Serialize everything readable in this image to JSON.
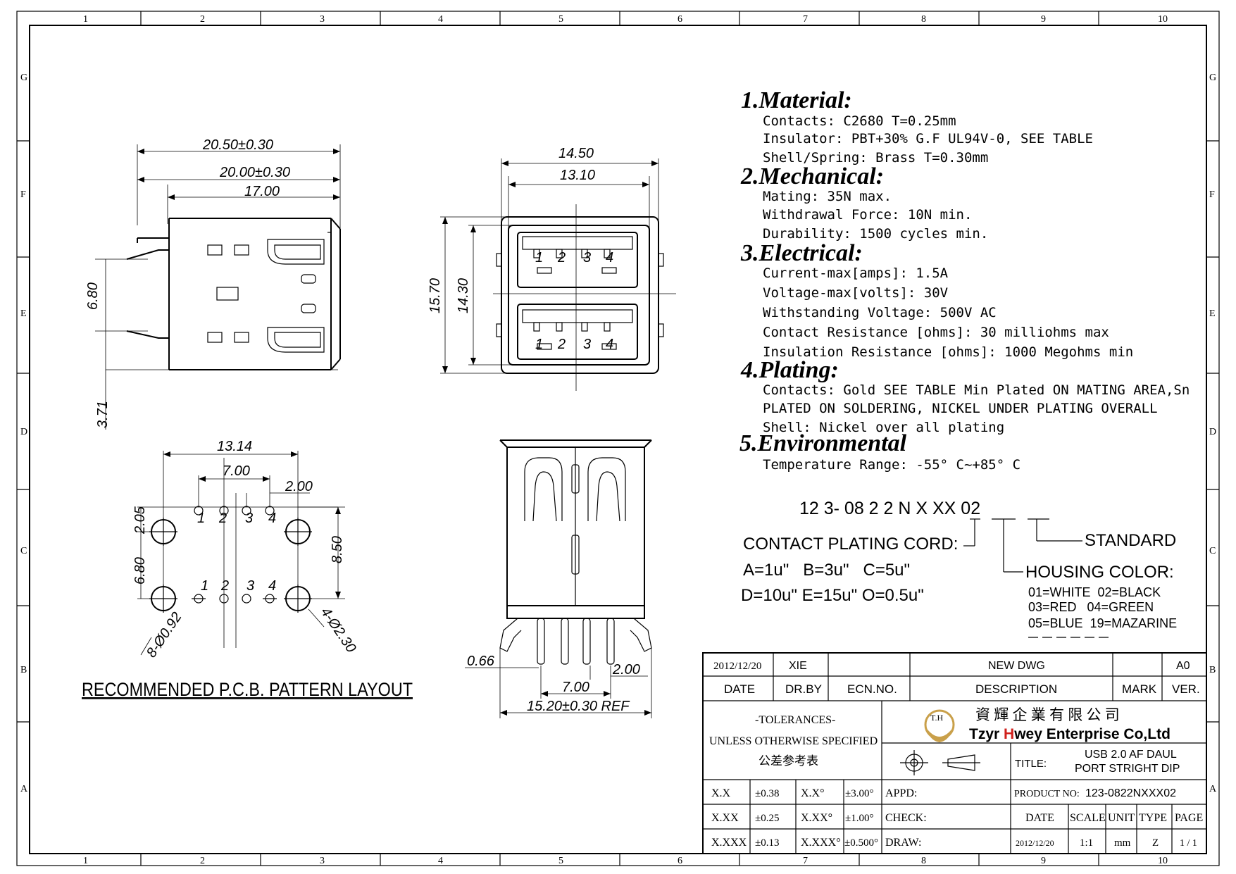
{
  "grid": {
    "cols": [
      "1",
      "2",
      "3",
      "4",
      "5",
      "6",
      "7",
      "8",
      "9",
      "10"
    ],
    "rows": [
      "G",
      "F",
      "E",
      "D",
      "C",
      "B",
      "A"
    ]
  },
  "dims": {
    "side_2050": "20.50±0.30",
    "side_2000": "20.00±0.30",
    "side_1700": "17.00",
    "side_680": "6.80",
    "side_371": "3.71",
    "front_1450": "14.50",
    "front_1310": "13.10",
    "front_1570": "15.70",
    "front_1430": "14.30",
    "pcb_1314": "13.14",
    "pcb_700": "7.00",
    "pcb_200": "2.00",
    "pcb_205": "2.05",
    "pcb_680": "6.80",
    "pcb_850": "8.50",
    "pcb_holes_small": "8-Ø0.92",
    "pcb_holes_large": "4-Ø2.30",
    "bot_066": "0.66",
    "bot_200": "2.00",
    "bot_700": "7.00",
    "bot_1520": "15.20±0.30 REF"
  },
  "pin_nums": [
    "1",
    "2",
    "3",
    "4"
  ],
  "pcb_caption": "RECOMMENDED P.C.B. PATTERN LAYOUT",
  "specs": {
    "material_head": "1.Material:",
    "material": [
      "Contacts: C2680 T=0.25mm",
      "Insulator: PBT+30% G.F UL94V-0, SEE TABLE",
      "Shell/Spring: Brass T=0.30mm"
    ],
    "mechanical_head": "2.Mechanical:",
    "mechanical": [
      "Mating: 35N max.",
      "Withdrawal Force: 10N min.",
      "Durability: 1500 cycles min."
    ],
    "electrical_head": "3.Electrical:",
    "electrical": [
      "Current-max[amps]: 1.5A",
      "Voltage-max[volts]: 30V",
      "Withstanding Voltage: 500V AC",
      "Contact Resistance [ohms]: 30 milliohms max",
      "Insulation Resistance [ohms]: 1000 Megohms min"
    ],
    "plating_head": "4.Plating:",
    "plating": [
      "Contacts: Gold SEE TABLE Min Plated ON MATING AREA,Sn",
      "PLATED ON SOLDERING, NICKEL UNDER PLATING OVERALL",
      "Shell: Nickel over all plating"
    ],
    "environmental_head": "5.Environmental",
    "environmental": [
      "Temperature Range: -55° C~+85° C"
    ]
  },
  "part_code": {
    "code": "12 3- 08 2 2 N X XX 02",
    "contact_label": "CONTACT PLATING CORD:",
    "contact_opts_1": "A=1u\"   B=3u\"   C=5u\"",
    "contact_opts_2": "D=10u\" E=15u\" O=0.5u\"",
    "standard": "STANDARD",
    "housing_label": "HOUSING COLOR:",
    "colors": [
      "01=WHITE  02=BLACK",
      "03=RED   04=GREEN",
      "05=BLUE  19=MAZARINE"
    ]
  },
  "title_block": {
    "rev_date": "2012/12/20",
    "rev_by": "XIE",
    "rev_desc": "NEW DWG",
    "rev_ver": "A0",
    "hdr_date": "DATE",
    "hdr_drby": "DR.BY",
    "hdr_ecn": "ECN.NO.",
    "hdr_desc": "DESCRIPTION",
    "hdr_mark": "MARK",
    "hdr_ver": "VER.",
    "tol_title": "-TOLERANCES-",
    "tol_unless": "UNLESS OTHERWISE SPECIFIED",
    "tol_cn": "公差参考表",
    "company_cn": "資 輝 企 業 有 限 公 司",
    "company_en_1": "Tzyr ",
    "company_en_h": "H",
    "company_en_2": "wey Enterprise Co,Ltd",
    "logo_text": "T.H",
    "title_label": "TITLE:",
    "title_1": "USB 2.0 AF DAUL",
    "title_2": "PORT STRIGHT DIP",
    "tol_rows": [
      {
        "a": "X.X",
        "b": "±0.38",
        "c": "X.X°",
        "d": "±3.00°"
      },
      {
        "a": "X.XX",
        "b": "±0.25",
        "c": "X.XX°",
        "d": "±1.00°"
      },
      {
        "a": "X.XXX",
        "b": "±0.13",
        "c": "X.XXX°",
        "d": "±0.500°"
      }
    ],
    "appd": "APPD:",
    "check": "CHECK:",
    "draw": "DRAW:",
    "product_label": "PRODUCT NO:",
    "product_no": "123-0822NXXX02",
    "h_date": "DATE",
    "h_scale": "SCALE",
    "h_unit": "UNIT",
    "h_type": "TYPE",
    "h_page": "PAGE",
    "v_date": "2012/12/20",
    "v_scale": "1:1",
    "v_unit": "mm",
    "v_type": "Z",
    "v_page": "1 / 1"
  },
  "colors": {
    "brand_red": "#d0201c",
    "logo_gold": "#c9a04a"
  }
}
